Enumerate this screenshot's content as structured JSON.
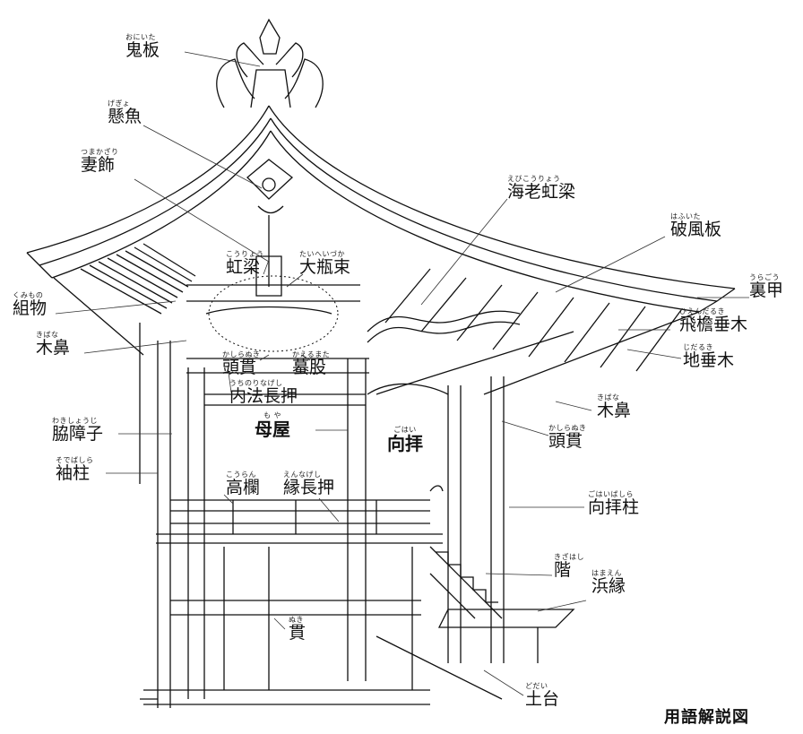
{
  "title": "用語解説図",
  "labels": [
    {
      "key": "onita",
      "ruby": "おにいた",
      "term": "鬼板"
    },
    {
      "key": "gegyo",
      "ruby": "げぎょ",
      "term": "懸魚"
    },
    {
      "key": "tsumakazari",
      "ruby": "つまかざり",
      "term": "妻飾"
    },
    {
      "key": "ebikoryo",
      "ruby": "えびこうりょう",
      "term": "海老虹梁"
    },
    {
      "key": "hafuita",
      "ruby": "はふいた",
      "term": "破風板"
    },
    {
      "key": "koryo",
      "ruby": "こうりょう",
      "term": "虹梁"
    },
    {
      "key": "taiheizuka",
      "ruby": "たいへいづか",
      "term": "大瓶束"
    },
    {
      "key": "uragou",
      "ruby": "うらごう",
      "term": "裏甲"
    },
    {
      "key": "kumimono",
      "ruby": "くみもの",
      "term": "組物"
    },
    {
      "key": "hiendaruki",
      "ruby": "ひえんだるき",
      "term": "飛檐垂木"
    },
    {
      "key": "kibana1",
      "ruby": "きばな",
      "term": "木鼻"
    },
    {
      "key": "jidaruki",
      "ruby": "じだるき",
      "term": "地垂木"
    },
    {
      "key": "kashiranuki1",
      "ruby": "かしらぬき",
      "term": "頭貫"
    },
    {
      "key": "kaerumata",
      "ruby": "かえるまた",
      "term": "蟇股"
    },
    {
      "key": "uchinorinageshi",
      "ruby": "うちのりなげし",
      "term": "内法長押"
    },
    {
      "key": "kibana2",
      "ruby": "きばな",
      "term": "木鼻"
    },
    {
      "key": "wakishoji",
      "ruby": "わきしょうじ",
      "term": "脇障子"
    },
    {
      "key": "moya",
      "ruby": "も や",
      "term": "母屋"
    },
    {
      "key": "kohai",
      "ruby": "ごはい",
      "term": "向拝"
    },
    {
      "key": "kashiranuki2",
      "ruby": "かしらぬき",
      "term": "頭貫"
    },
    {
      "key": "sodebashira",
      "ruby": "そでばしら",
      "term": "袖柱"
    },
    {
      "key": "korannote",
      "ruby": "こうらん",
      "term": "高欄"
    },
    {
      "key": "ennageshi",
      "ruby": "えんなげし",
      "term": "縁長押"
    },
    {
      "key": "kohaibashira",
      "ruby": "ごはいばしら",
      "term": "向拝柱"
    },
    {
      "key": "kizahashi",
      "ruby": "きざはし",
      "term": "階"
    },
    {
      "key": "hamaen",
      "ruby": "はまえん",
      "term": "浜縁"
    },
    {
      "key": "nuki",
      "ruby": "ぬき",
      "term": "貫"
    },
    {
      "key": "dodai",
      "ruby": "どだい",
      "term": "土台"
    }
  ]
}
